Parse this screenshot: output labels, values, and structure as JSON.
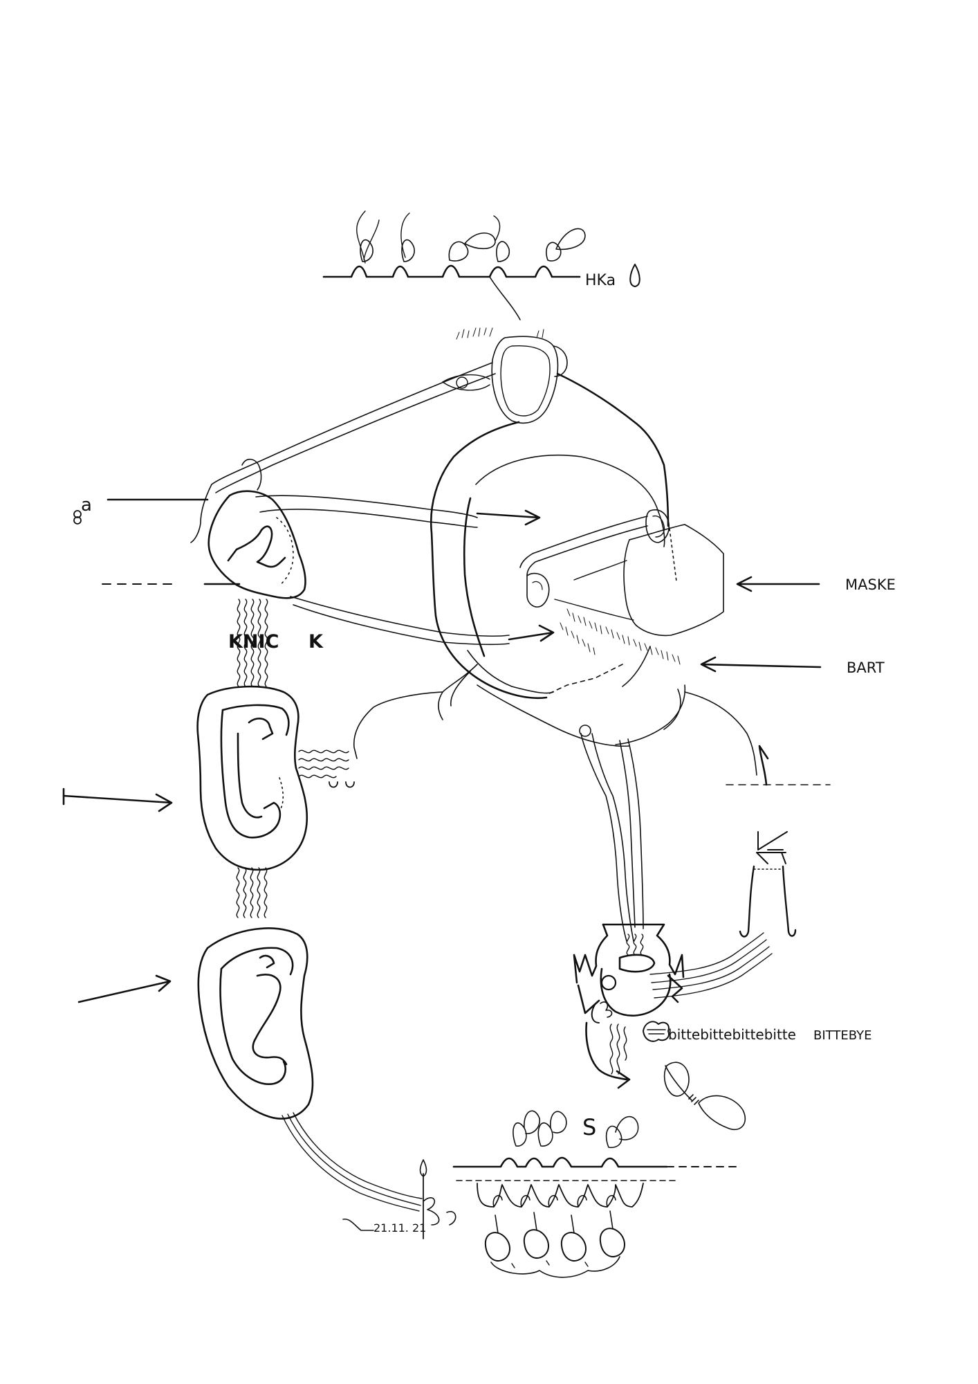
{
  "labels": {
    "hka": "HKa",
    "a_mark": "a",
    "knic": "KNIC",
    "k": "K",
    "maske": "MASKE",
    "bart": "BART",
    "bitte": "bittebittebittebitte",
    "bittebye": "BITTEBYE",
    "s": "S",
    "date": "21.11. 21"
  },
  "colors": {
    "ink": "#111111",
    "paper": "#ffffff"
  },
  "icons": [
    "drop-icon",
    "infinity-icon",
    "bow-knot-icon",
    "small-flower-icon"
  ]
}
